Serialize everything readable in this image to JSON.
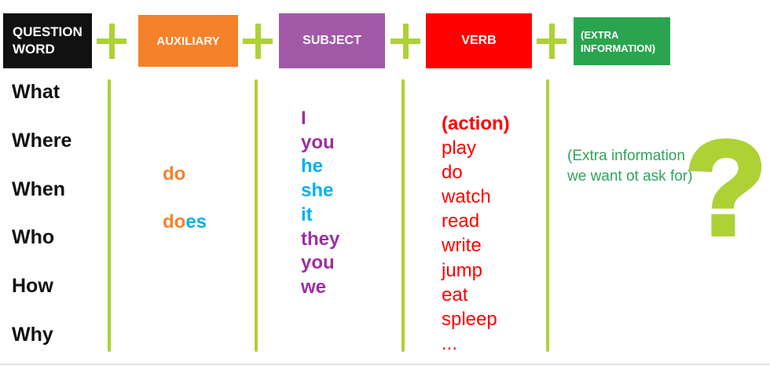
{
  "colors": {
    "chartreuse": "#AED136",
    "black": "#111111",
    "orange": "#F5822A",
    "purple_box": "#A259A8",
    "red": "#FF0000",
    "green_box": "#2AA44F",
    "blue": "#00B0F0",
    "purple": "#9C2F9F",
    "green_text": "#2FA45B"
  },
  "headers": {
    "question_word": {
      "line1": "QUESTION",
      "line2": "WORD"
    },
    "auxiliary": "AUXILIARY",
    "subject": "SUBJECT",
    "verb": "VERB",
    "extra": {
      "line1": "(EXTRA",
      "line2": "INFORMATION)"
    },
    "plus_symbol": "+"
  },
  "question_words": [
    "What",
    "Where",
    "When",
    "Who",
    "How",
    "Why"
  ],
  "auxiliaries": [
    {
      "text": "do",
      "color": "orange"
    },
    {
      "parts": [
        {
          "text": "do",
          "color": "orange"
        },
        {
          "text": "es",
          "color": "blue"
        }
      ]
    }
  ],
  "subjects": [
    {
      "text": "I",
      "color": "purple"
    },
    {
      "text": "you",
      "color": "purple"
    },
    {
      "text": "he",
      "color": "blue"
    },
    {
      "text": "she",
      "color": "blue"
    },
    {
      "text": "it",
      "color": "blue"
    },
    {
      "text": "they",
      "color": "purple"
    },
    {
      "text": "you",
      "color": "purple"
    },
    {
      "text": "we",
      "color": "purple"
    }
  ],
  "verbs": [
    {
      "text": "(action)",
      "bold": true
    },
    "play",
    "do",
    "watch",
    "read",
    "write",
    "jump",
    "eat",
    "spleep",
    "..."
  ],
  "extra_info": {
    "line1": "(Extra information",
    "line2": "we want ot ask for)"
  },
  "question_mark": "?"
}
